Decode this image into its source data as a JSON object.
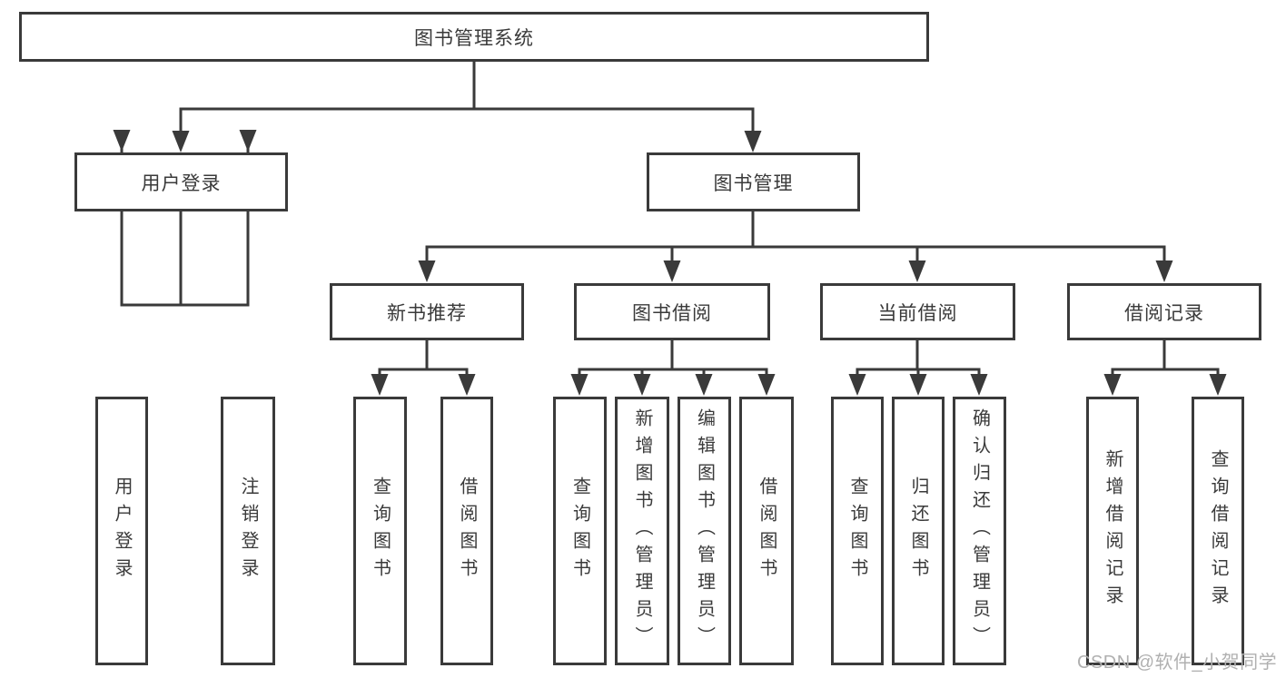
{
  "diagram": {
    "root": {
      "label": "图书管理系统",
      "children": [
        {
          "label": "用户登录",
          "children": [
            {
              "label": "用户登录"
            },
            {
              "label": "注销登录"
            }
          ]
        },
        {
          "label": "图书管理",
          "children": [
            {
              "label": "新书推荐",
              "children": [
                {
                  "label": "查询图书"
                },
                {
                  "label": "借阅图书"
                }
              ]
            },
            {
              "label": "图书借阅",
              "children": [
                {
                  "label": "查询图书"
                },
                {
                  "label": "新增图书（管理员）"
                },
                {
                  "label": "编辑图书（管理员）"
                },
                {
                  "label": "借阅图书"
                }
              ]
            },
            {
              "label": "当前借阅",
              "children": [
                {
                  "label": "查询图书"
                },
                {
                  "label": "归还图书"
                },
                {
                  "label": "确认归还（管理员）"
                }
              ]
            },
            {
              "label": "借阅记录",
              "children": [
                {
                  "label": "新增借阅记录"
                },
                {
                  "label": "查询借阅记录"
                }
              ]
            }
          ]
        }
      ]
    },
    "watermark": "CSDN @软件_小贺同学",
    "colors": {
      "line": "#3a3a3a",
      "text": "#3a3a3a",
      "background": "#ffffff",
      "watermark": "#b0b0b0"
    }
  }
}
